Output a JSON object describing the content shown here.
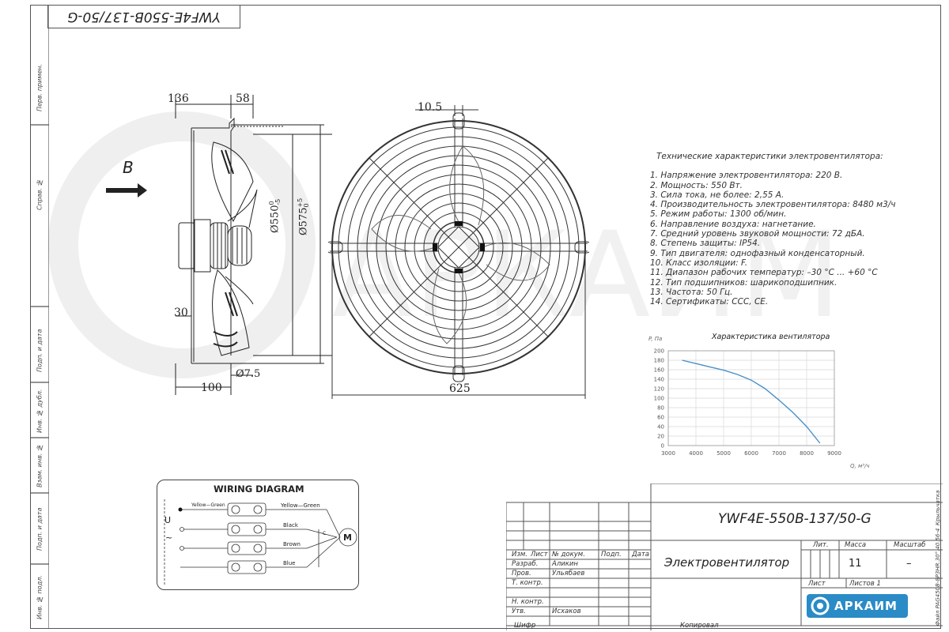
{
  "title_block": {
    "top_designation": "YWF4E-550B-137/50-G",
    "designation": "YWF4E-550B-137/50-G",
    "name": "Электровентилятор",
    "lit_label": "Лит.",
    "mass_label": "Масса",
    "scale_label": "Масштаб",
    "mass_value": "11",
    "scale_value": "–",
    "sheet_label": "Лист",
    "sheets_label": "Листов 1",
    "col_headers": [
      "Изм.",
      "Лист",
      "№ докум.",
      "Подп.",
      "Дата"
    ],
    "rows": [
      {
        "role": "Разраб.",
        "name": "Аликин"
      },
      {
        "role": "Пров.",
        "name": "Ульябаев"
      },
      {
        "role": "Т. контр.",
        "name": ""
      },
      {
        "role": "",
        "name": ""
      },
      {
        "role": "Н. контр.",
        "name": ""
      },
      {
        "role": "Утв.",
        "name": "Исхаков"
      }
    ],
    "footer_left": "Шифр",
    "footer_right": "Копировал",
    "file_label": "Файл PAG450B-8P3HR.30°.40.56-4_Крыльчатка",
    "logo_text": "АРКАИМ"
  },
  "sidebar_labels": [
    "Перв. примен.",
    "Справ. №",
    "Подп. и дата",
    "Инв. № дубл.",
    "Взам. инв. №",
    "Подп. и дата",
    "Инв. № подл."
  ],
  "drawing": {
    "dims_side": [
      "136",
      "58",
      "30",
      "100",
      "Ø7.5"
    ],
    "dim_550": "Ø550",
    "dim_550_tol_top": "0",
    "dim_550_tol_bot": "-5",
    "dim_575": "Ø575",
    "dim_575_tol_top": "+5",
    "dim_575_tol_bot": "0",
    "airflow_label": "B",
    "dims_front": [
      "10.5",
      "625"
    ]
  },
  "specs": {
    "heading": "Технические характеристики электровентилятора:",
    "items": [
      "1. Напряжение электровентилятора: 220 В.",
      "2. Мощность: 550 Вт.",
      "3. Сила тока, не более: 2,55 А.",
      "4. Производительность электровентилятора: 8480 м3/ч",
      "5. Режим работы: 1300 об/мин.",
      "6. Направление воздуха: нагнетание.",
      "7. Средний уровень звуковой мощности: 72 дБА.",
      "8. Степень защиты: IP54.",
      "9. Тип двигателя: однофазный конденсаторный.",
      "10. Класс изоляции: F.",
      "11. Диапазон рабочих температур: –30 °С ... +60 °С",
      "12. Тип подшипников: шарикоподшипник.",
      "13. Частота: 50 Гц.",
      "14. Сертификаты: CCC, CE."
    ]
  },
  "chart_data": {
    "type": "line",
    "title": "Характеристика вентилятора",
    "xlabel": "Q, м³/ч",
    "ylabel": "P, Па",
    "xlim": [
      3000,
      9000
    ],
    "ylim": [
      0,
      200
    ],
    "xticks": [
      3000,
      4000,
      5000,
      6000,
      7000,
      8000,
      9000
    ],
    "yticks": [
      0,
      20,
      40,
      60,
      80,
      100,
      120,
      140,
      160,
      180,
      200
    ],
    "grid": true,
    "series": [
      {
        "x": [
          3500,
          4000,
          4500,
          5000,
          5500,
          6000,
          6500,
          7000,
          7500,
          8000,
          8480
        ],
        "y": [
          180,
          173,
          166,
          159,
          150,
          138,
          120,
          96,
          70,
          40,
          5
        ]
      }
    ],
    "line_color": "#4a90c8"
  },
  "wiring": {
    "title": "WIRING DIAGRAM",
    "labels": [
      "Yellow—Green",
      "Yellow—Green",
      "Black",
      "Brown",
      "Blue"
    ],
    "motor_label": "M",
    "supply_u": "U",
    "supply_ac": "~",
    "cap_label": "C"
  }
}
